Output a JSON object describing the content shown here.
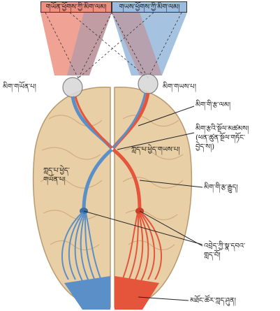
{
  "labels": {
    "left_field": "གཡོན་ཕྱོགས་ཀྱི་མིག་ལམ།",
    "right_field": "གཡས་ཕྱོགས་ཀྱི་མིག་ལམ།",
    "left_eye": "མིག་གཡོན་པ།",
    "right_eye": "མིག་གཡས་པ།",
    "optic_nerve": "མིག་གི་རྩ་ལམ།",
    "optic_chiasm": "མིག་རྩའི་སྔོལ་མཚམས།\n(ཕན་ཚུན་སྔོལ་གཏོང་\nབྱེད་ས།)",
    "right_hemisphere": "ཀླད་པ་ཕྱེད་གཡས་པ།",
    "left_hemisphere": "ཀླད་པ་ཕྱེད་\nགཡོན་པ།",
    "optic_tract": "མིག་གི་རྩ་རྒྱུད།",
    "lateral_geniculate": "འབྲེད་ཀྱི་སྣ་དབའ་\nགླད་བོ།",
    "visual_cortex": "མཐོང་ཚོར་ཀླད་ཤུན།"
  },
  "colors": {
    "left_pathway": "#5b8fc7",
    "right_pathway": "#e4553c",
    "brain": "#e9cfa6"
  }
}
